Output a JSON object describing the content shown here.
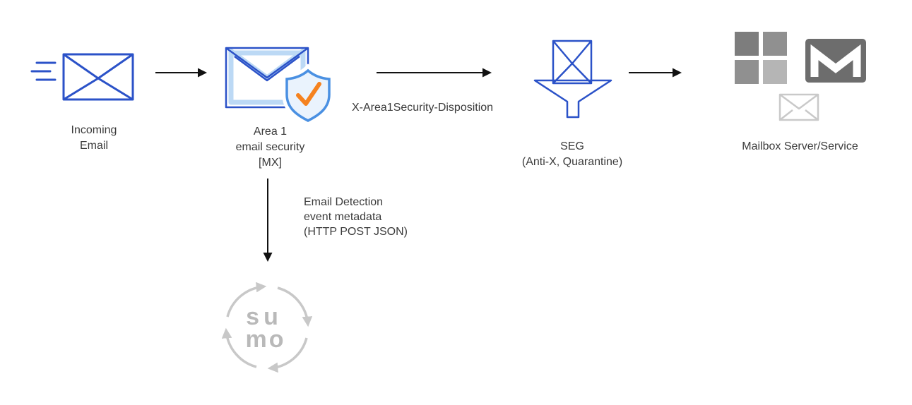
{
  "nodes": {
    "incoming_email": {
      "label": [
        "Incoming",
        "Email"
      ]
    },
    "area1": {
      "label": [
        "Area 1",
        "email security",
        "[MX]"
      ]
    },
    "seg": {
      "label": [
        "SEG",
        "(Anti-X, Quarantine)"
      ]
    },
    "mailbox": {
      "label": "Mailbox Server/Service"
    },
    "sumo_logic": {
      "logo_text": [
        "su",
        "mo"
      ]
    }
  },
  "edges": {
    "area1_to_seg_label": "X-Area1Security-Disposition",
    "area1_to_sumo_label": [
      "Email Detection",
      "event metadata",
      "(HTTP POST JSON)"
    ]
  },
  "colors": {
    "primary_blue": "#2b52c8",
    "light_blue": "#bcd9f5",
    "shield_blue": "#4a90e2",
    "shield_fill": "#eaf3fd",
    "check_orange": "#f5821f",
    "arrow_black": "#111111",
    "ms_gray_dark": "#7d7d7d",
    "ms_gray_mid": "#909090",
    "ms_gray_light": "#b5b5b5",
    "gmail_gray": "#6d6d6d",
    "faint_gray": "#c9c9c9",
    "sumo_gray": "#c8c8c8",
    "text": "#3b3b3b"
  }
}
